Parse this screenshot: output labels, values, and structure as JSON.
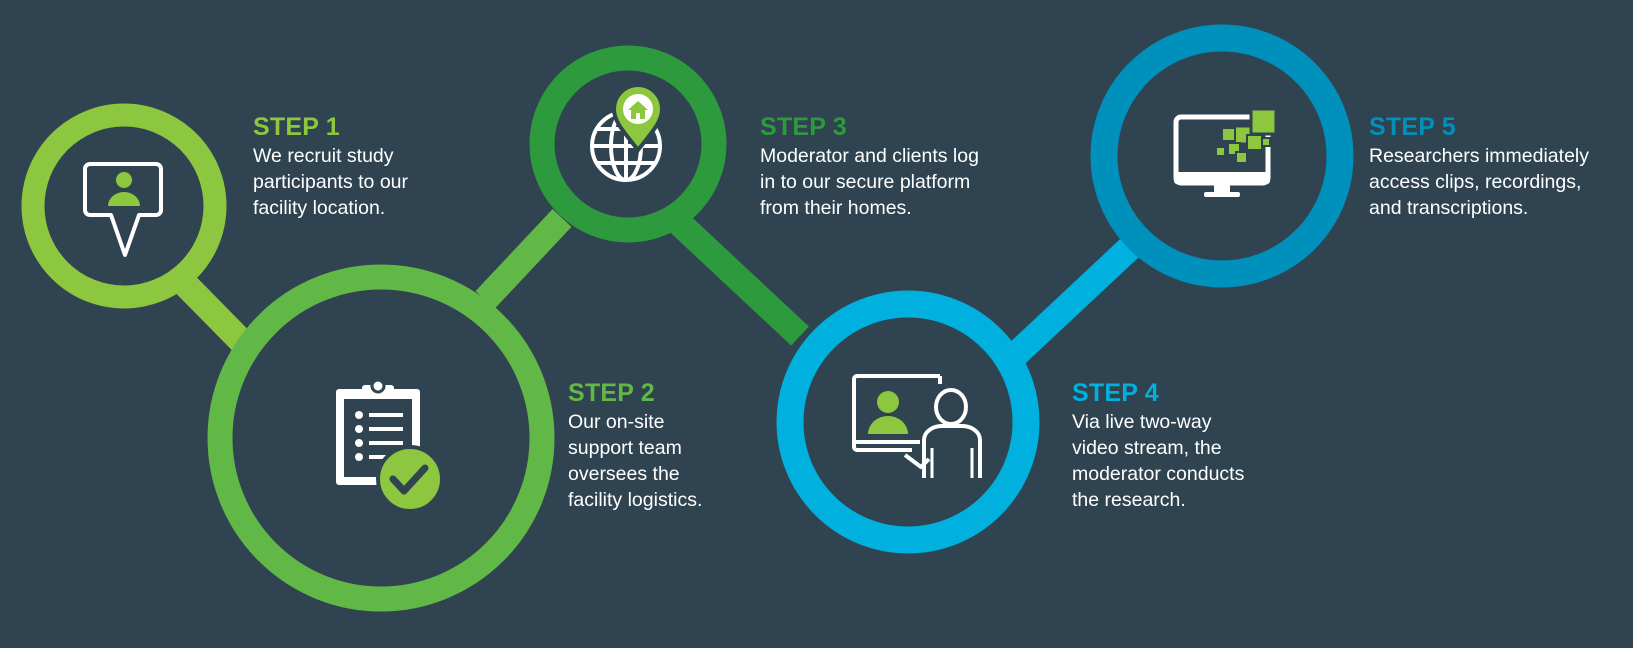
{
  "colors": {
    "background": "#2f4450",
    "step1": "#8dc63f",
    "step2": "#62b846",
    "step3": "#2e9a3e",
    "step4": "#00b0df",
    "step5": "#0090bc",
    "icon_stroke": "#ffffff",
    "icon_accent": "#8dc63f"
  },
  "steps": [
    {
      "title": "STEP 1",
      "lines": [
        "We recruit study",
        "participants to our",
        "facility location."
      ],
      "icon": "person-speech-bubble-icon"
    },
    {
      "title": "STEP 2",
      "lines": [
        "Our on-site",
        "support team",
        "oversees the",
        "facility logistics."
      ],
      "icon": "clipboard-checklist-icon"
    },
    {
      "title": "STEP 3",
      "lines": [
        "Moderator and clients log",
        "in to our secure platform",
        "from their homes."
      ],
      "icon": "globe-home-pin-icon"
    },
    {
      "title": "STEP 4",
      "lines": [
        "Via live two-way",
        "video stream, the",
        "moderator conducts",
        "the research."
      ],
      "icon": "video-call-person-icon"
    },
    {
      "title": "STEP 5",
      "lines": [
        "Researchers immediately",
        "access clips, recordings,",
        "and transcriptions."
      ],
      "icon": "monitor-pixels-icon"
    }
  ]
}
